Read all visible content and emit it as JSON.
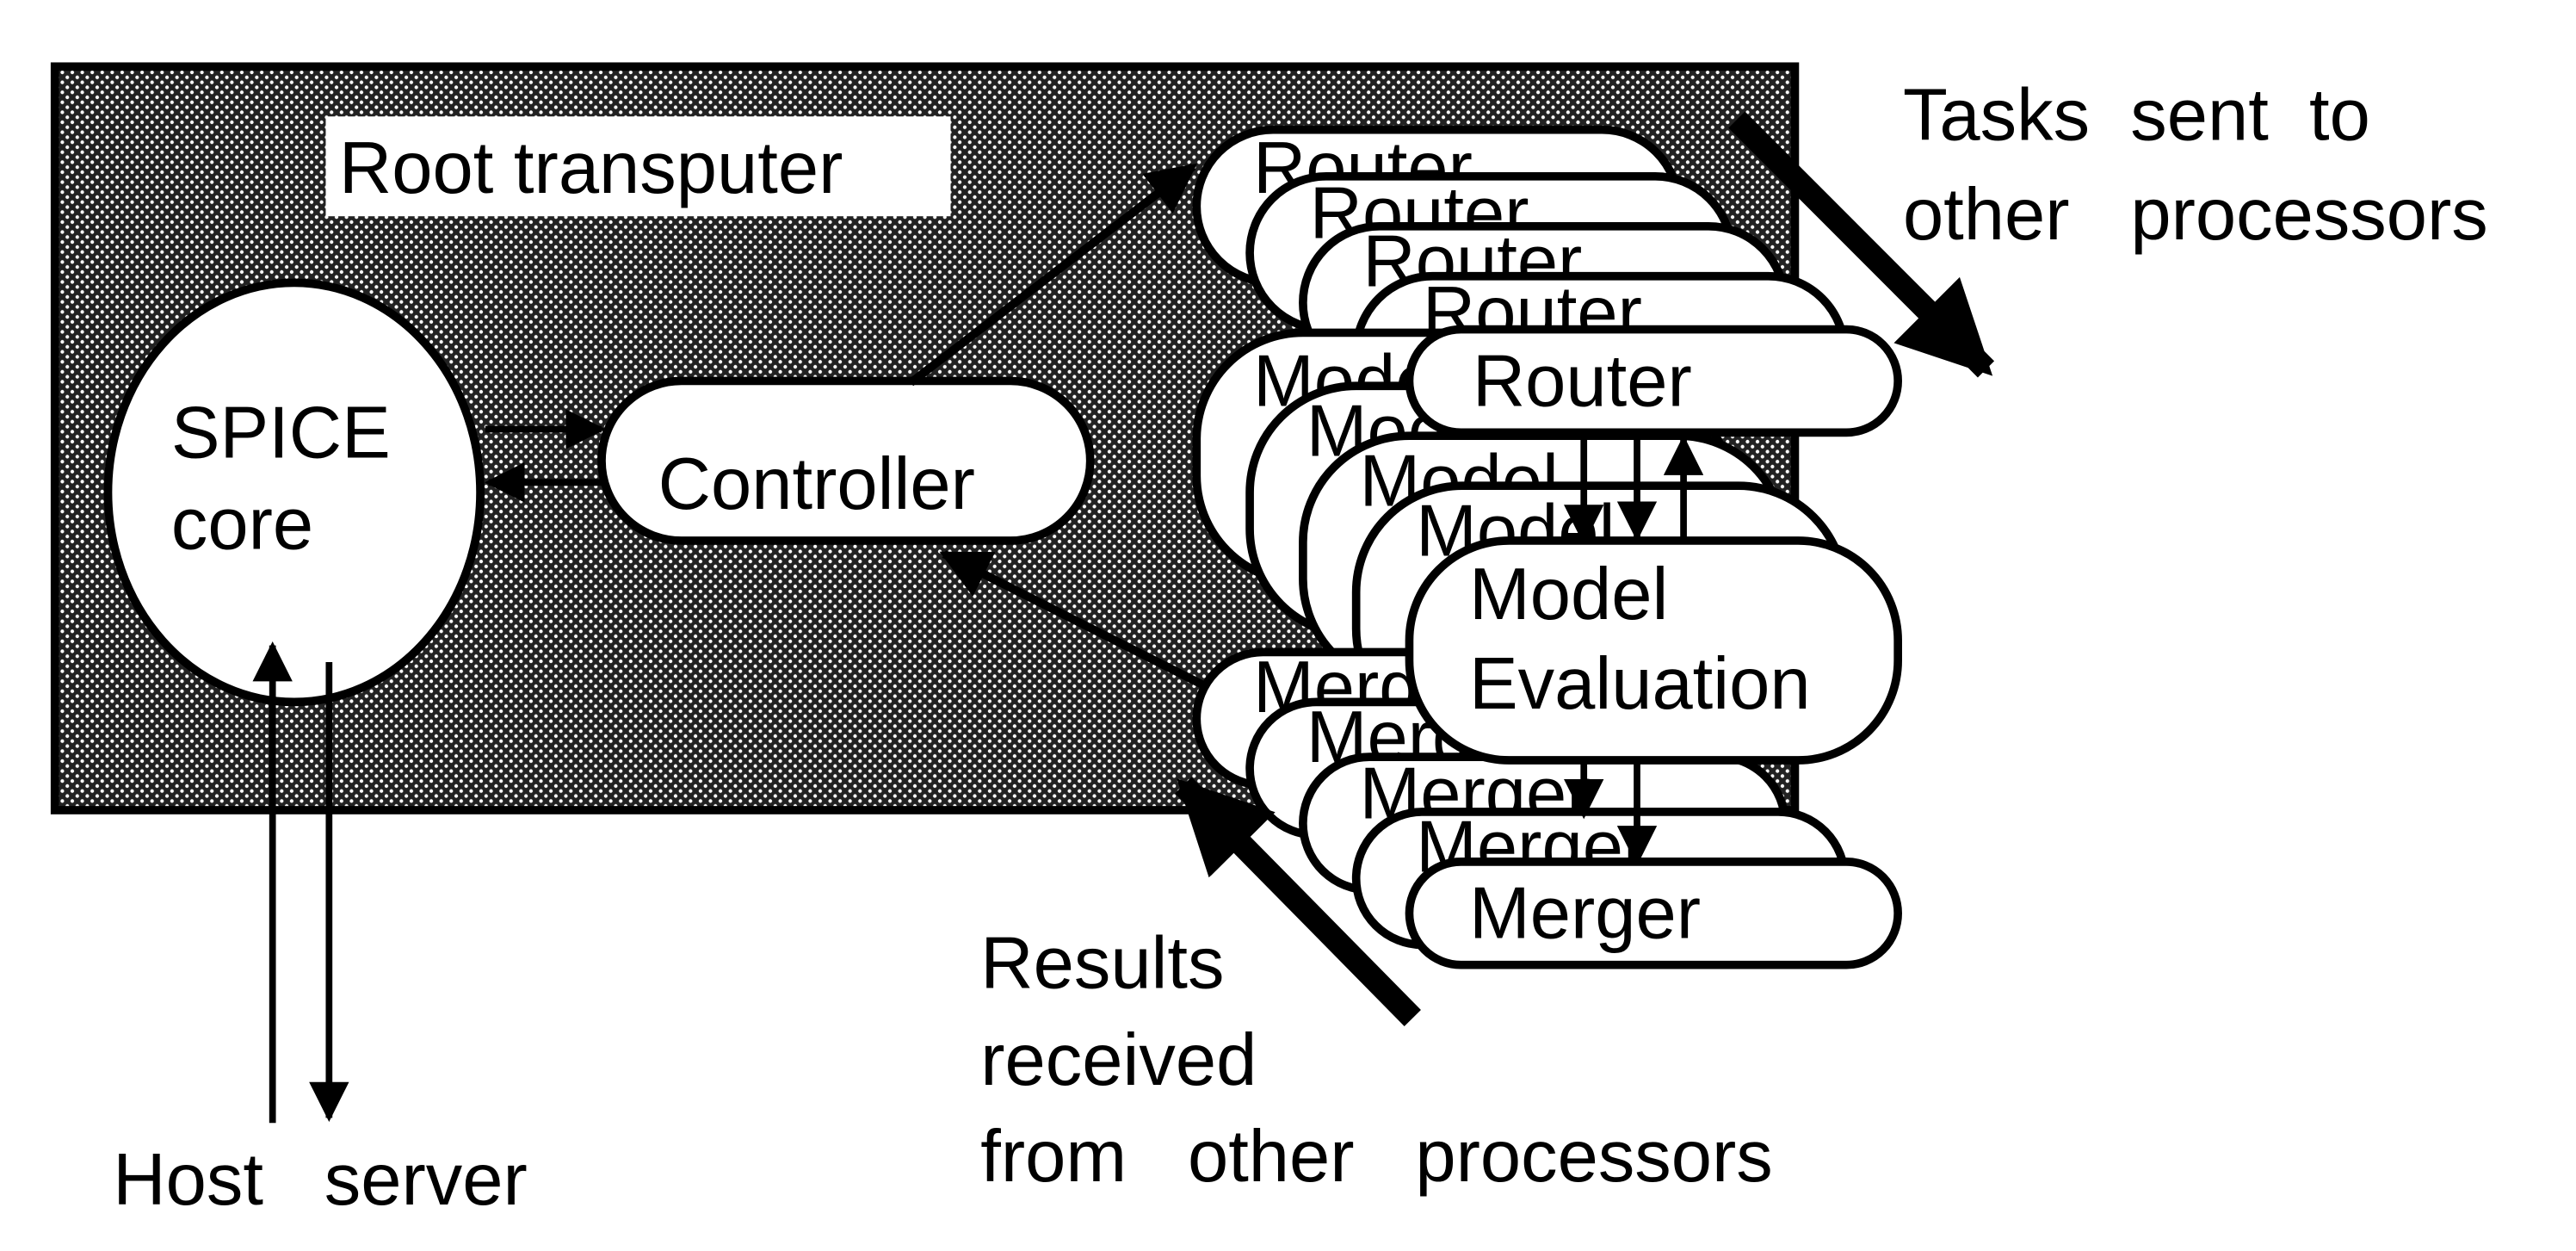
{
  "diagram": {
    "region_label": "Root transputer",
    "nodes": {
      "spice_core": [
        "SPICE",
        "core"
      ],
      "controller": "Controller",
      "router": "Router",
      "model_evaluation": [
        "Model",
        "Evaluation"
      ],
      "model_partial": "Model",
      "merger": "Merger"
    },
    "annotations": {
      "tasks_sent": [
        "Tasks  sent  to",
        "other   processors"
      ],
      "results_received": [
        "Results",
        "received",
        "from   other   processors"
      ],
      "host_server": "Host   server"
    },
    "colors": {
      "ink": "#000000",
      "paper": "#ffffff",
      "shading": "#555555"
    }
  }
}
